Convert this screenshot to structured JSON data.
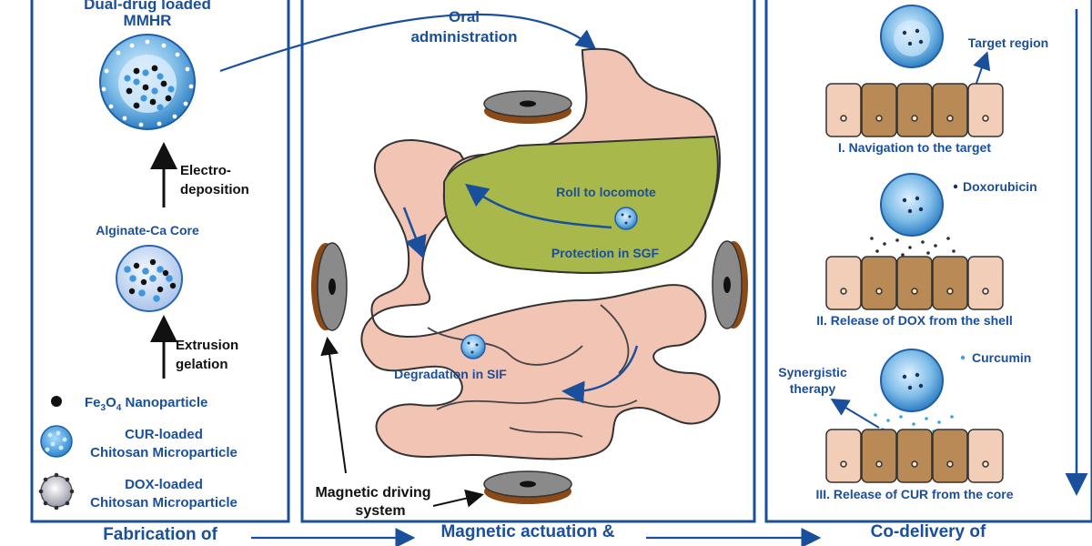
{
  "panels": {
    "fabrication": {
      "top_title_1": "Dual-drug loaded",
      "top_title_2": "MMHR",
      "step1_1": "Electro-",
      "step1_2": "deposition",
      "core_label": "Alginate-Ca Core",
      "step2_1": "Extrusion",
      "step2_2": "gelation",
      "legend_fe_prefix": "Fe",
      "legend_fe_sub1": "3",
      "legend_fe_mid": "O",
      "legend_fe_sub2": "4",
      "legend_fe_suffix": " Nanoparticle",
      "legend_cur_1": "CUR-loaded",
      "legend_cur_2": "Chitosan Microparticle",
      "legend_dox_1": "DOX-loaded",
      "legend_dox_2": "Chitosan Microparticle",
      "footer": "Fabrication of"
    },
    "actuation": {
      "oral_1": "Oral",
      "oral_2": "administration",
      "roll": "Roll to locomote",
      "protection": "Protection in SGF",
      "degradation": "Degradation in SIF",
      "magnetic_1": "Magnetic driving",
      "magnetic_2": "system",
      "footer": "Magnetic actuation &"
    },
    "codelivery": {
      "target_region": "Target region",
      "step1": "I. Navigation to the target",
      "doxorubicin": "Doxorubicin",
      "step2": "II. Release of DOX from the shell",
      "curcumin": "Curcumin",
      "synergistic_1": "Synergistic",
      "synergistic_2": "therapy",
      "step3": "III. Release of CUR from the core",
      "footer": "Co-delivery of"
    }
  },
  "colors": {
    "frame": "#1a4f9c",
    "text_blue": "#1a4f9c",
    "gut_pink": "#f2c4b4",
    "gastric_green": "#a8b84a",
    "magnet_brown": "#8b4a16",
    "magnet_gray": "#8a8a8a",
    "cell_light": "#f2cdb8",
    "cell_dark": "#b98a55"
  }
}
